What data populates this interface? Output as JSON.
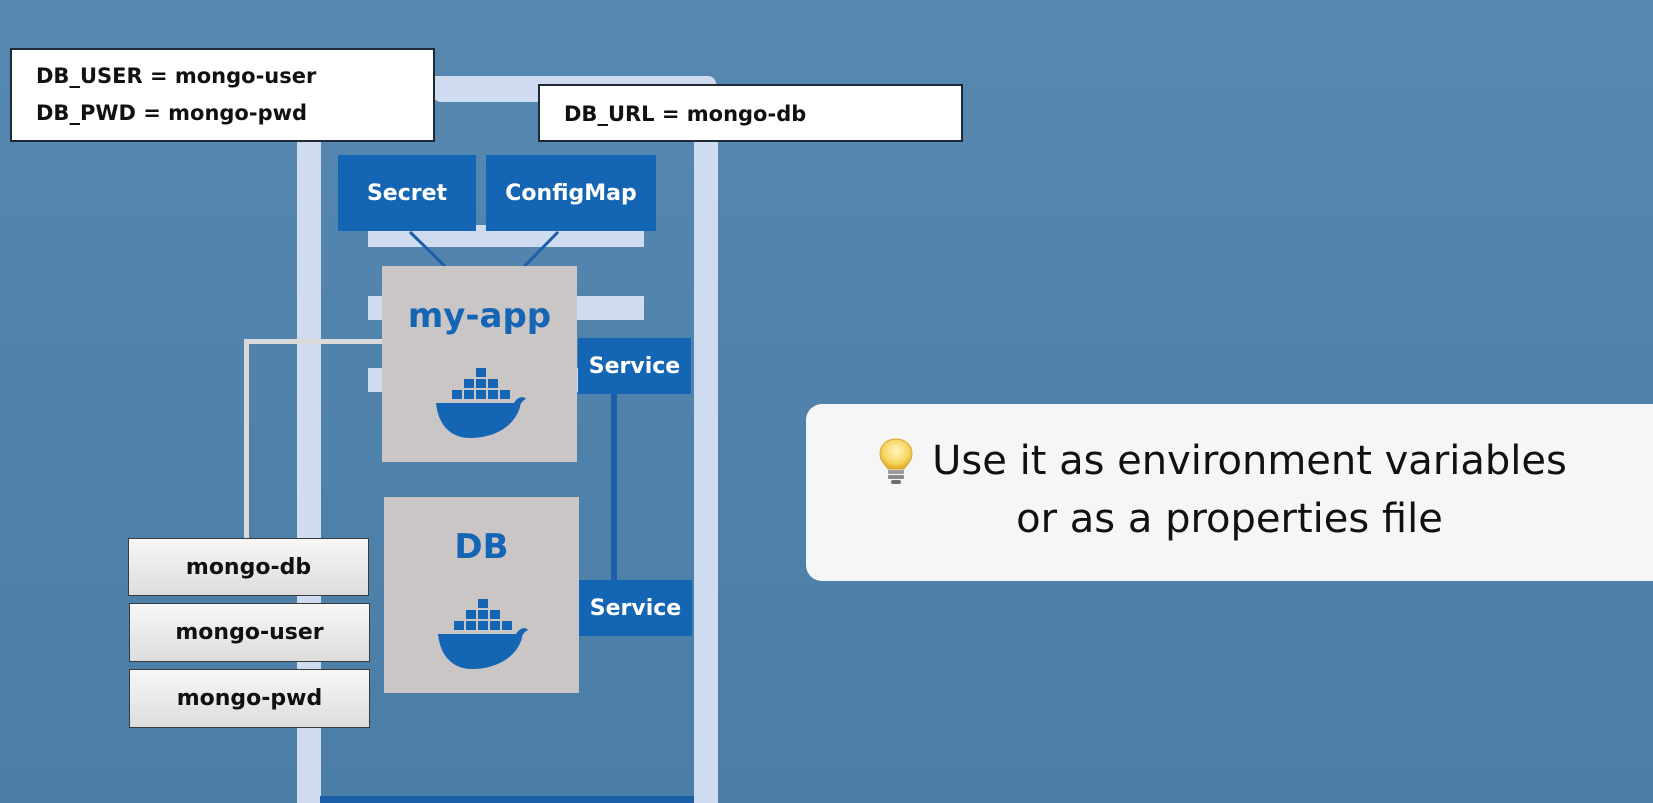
{
  "env": {
    "secret_lines": [
      "DB_USER = mongo-user",
      "DB_PWD = mongo-pwd"
    ],
    "configmap_line": "DB_URL = mongo-db"
  },
  "components": {
    "secret": "Secret",
    "configmap": "ConfigMap",
    "service_app": "Service",
    "service_db": "Service"
  },
  "pods": {
    "app": "my-app",
    "db": "DB"
  },
  "values": [
    "mongo-db",
    "mongo-user",
    "mongo-pwd"
  ],
  "callout": {
    "line1": "Use it as environment variables",
    "line2": "or as a properties file"
  },
  "colors": {
    "background": "#5284ad",
    "k8s_blue": "#1565b5",
    "frame": "#cfdbef",
    "pod_grey": "#cbc6c6"
  },
  "icons": {
    "pod_icon": "docker-whale-icon",
    "callout_icon": "lightbulb-icon"
  }
}
